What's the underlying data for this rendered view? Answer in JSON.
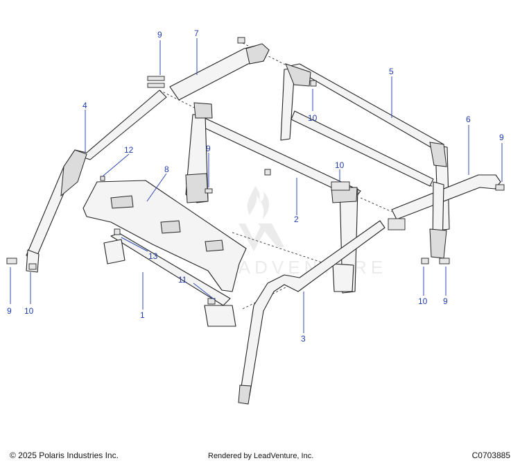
{
  "callouts": {
    "c1": "1",
    "c2": "2",
    "c3": "3",
    "c4": "4",
    "c5": "5",
    "c6": "6",
    "c7": "7",
    "c8": "8",
    "c9a": "9",
    "c9b": "9",
    "c9c": "9",
    "c9d": "9",
    "c9e": "9",
    "c10a": "10",
    "c10b": "10",
    "c10c": "10",
    "c10d": "10",
    "c11": "11",
    "c12": "12",
    "c13": "13"
  },
  "watermark": {
    "text": "LEADVENTURE"
  },
  "footer": {
    "copyright": "© 2025 Polaris Industries Inc.",
    "rendered_by": "Rendered by LeadVenture, Inc.",
    "diagram_code": "C0703885"
  },
  "colors": {
    "callout": "#1f3ba8",
    "line": "#222222",
    "part_fill": "#f4f4f4"
  }
}
